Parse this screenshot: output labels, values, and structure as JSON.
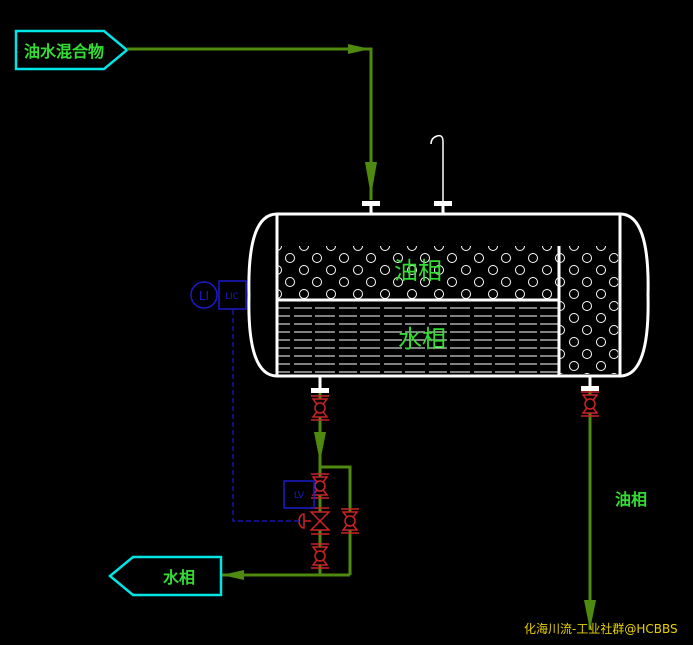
{
  "streams": {
    "feed_tag": "油水混合物",
    "water_out_tag": "水相",
    "oil_out_label": "油相"
  },
  "vessel": {
    "oil_phase_label": "油相",
    "water_phase_label": "水相"
  },
  "instruments": {
    "level_indicator": "LI",
    "level_controller": "LIC",
    "level_valve": "LV"
  },
  "watermark": "化海川流-工业社群@HCBBS",
  "colors": {
    "pipe": "#4f8a10",
    "vessel": "#ffffff",
    "tag_border": "#00e5e5",
    "label": "#33dd33",
    "valve": "#cc2222",
    "instrument": "#1a1acc",
    "watermark": "#e8d000"
  }
}
